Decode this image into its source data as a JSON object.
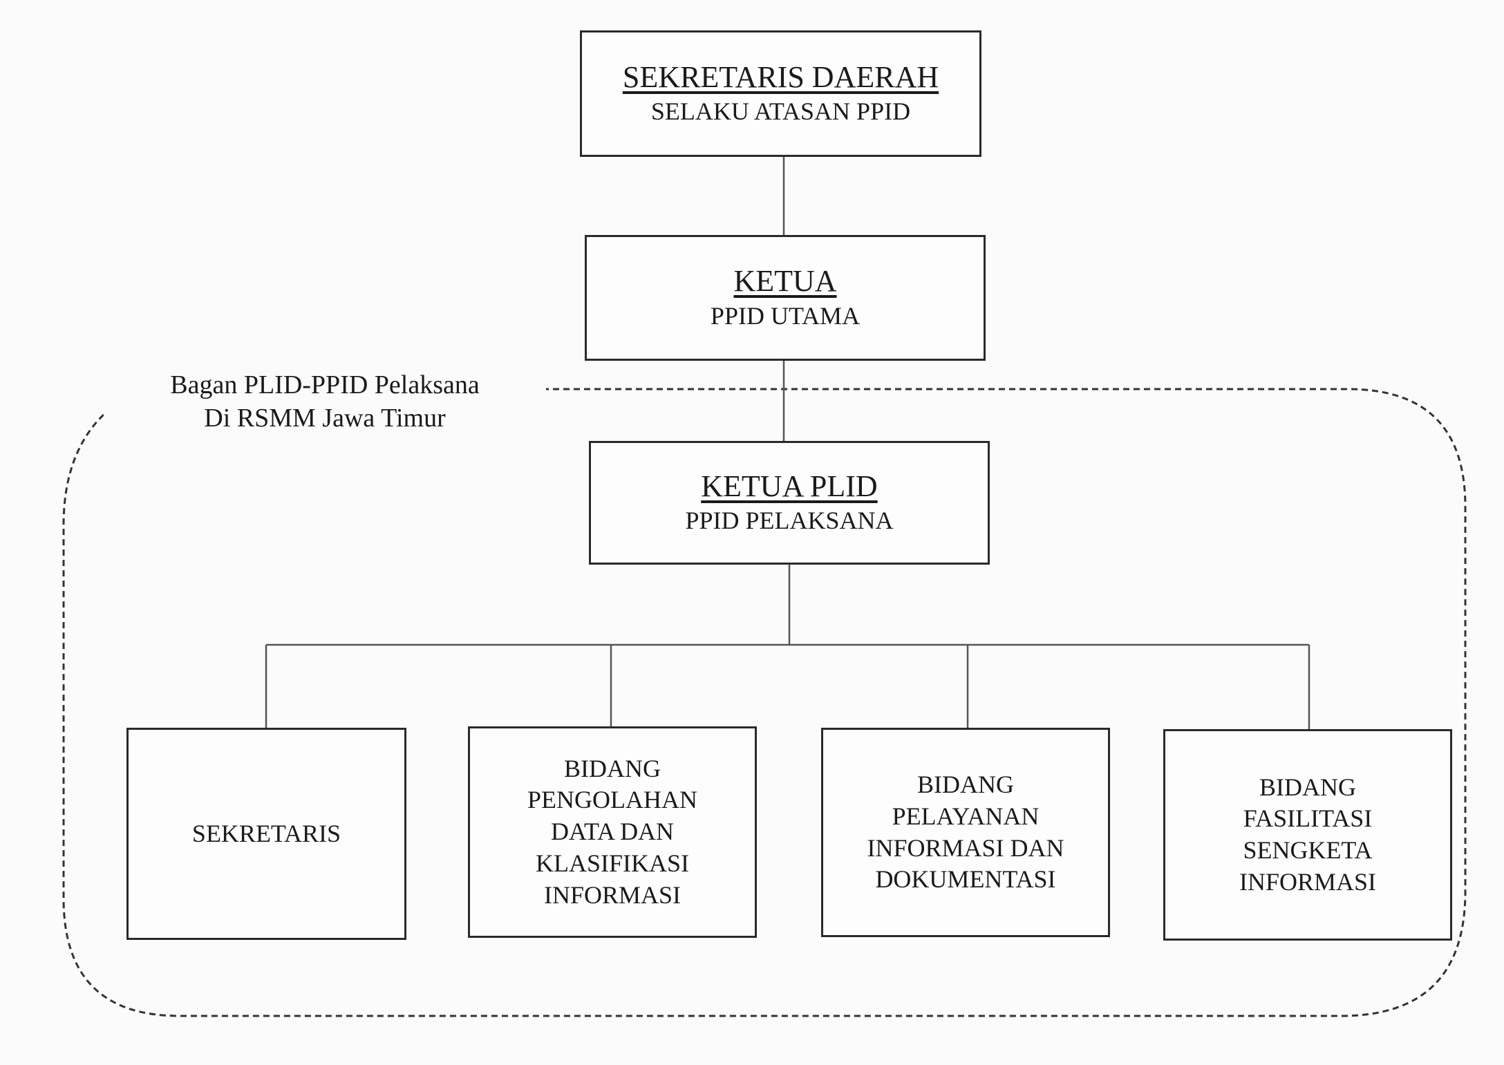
{
  "nodes": {
    "sekda": {
      "title": "SEKRETARIS DAERAH",
      "subtitle": "SELAKU ATASAN PPID"
    },
    "ketua": {
      "title": "KETUA",
      "subtitle": "PPID UTAMA"
    },
    "ketua_plid": {
      "title": "KETUA PLID",
      "subtitle": "PPID PELAKSANA"
    },
    "children": [
      {
        "lines": [
          "SEKRETARIS"
        ]
      },
      {
        "lines": [
          "BIDANG",
          "PENGOLAHAN",
          "DATA DAN",
          "KLASIFIKASI",
          "INFORMASI"
        ]
      },
      {
        "lines": [
          "BIDANG",
          "PELAYANAN",
          "INFORMASI DAN",
          "DOKUMENTASI"
        ]
      },
      {
        "lines": [
          "BIDANG",
          "FASILITASI",
          "SENGKETA",
          "INFORMASI"
        ]
      }
    ]
  },
  "frame_label": {
    "line1": "Bagan PLID-PPID Pelaksana",
    "line2": "Di RSMM Jawa Timur"
  }
}
